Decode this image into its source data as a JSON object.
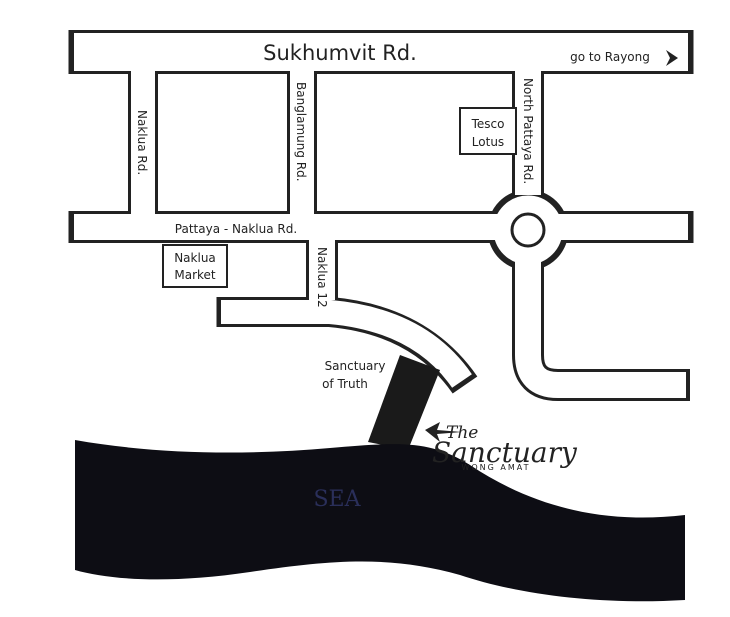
{
  "roads": {
    "sukhumvit": "Sukhumvit Rd.",
    "go_to_rayong": "go to Rayong",
    "naklua_rd": "Naklua Rd.",
    "banglamung_rd": "Banglamung Rd.",
    "north_pattaya_rd": "North Pattaya Rd.",
    "pattaya_naklua_rd": "Pattaya - Naklua Rd.",
    "naklua_12": "Naklua 12"
  },
  "landmarks": {
    "tesco_line1": "Tesco",
    "tesco_line2": "Lotus",
    "naklua_market_line1": "Naklua",
    "naklua_market_line2": "Market",
    "sanctuary_truth_line1": "Sanctuary",
    "sanctuary_truth_line2": "of Truth"
  },
  "logo": {
    "the": "The",
    "name": "Sanctuary",
    "sub": "WONG AMAT"
  },
  "water": {
    "label": "SEA"
  },
  "colors": {
    "road_outline": "#222222",
    "road_fill": "#ffffff",
    "sea": "#0d0d14",
    "pier": "#1a1a1a"
  }
}
